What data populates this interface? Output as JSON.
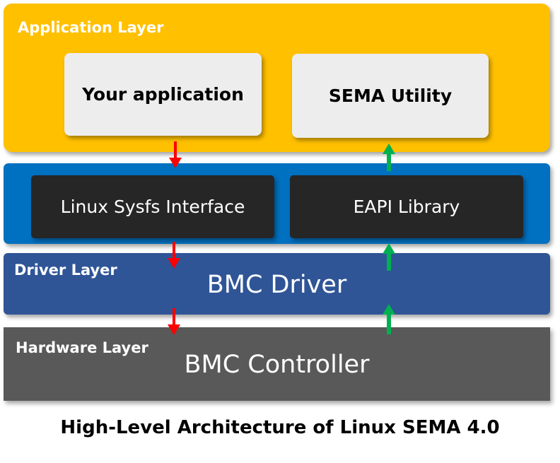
{
  "layers": {
    "application": {
      "label": "Application Layer"
    },
    "driver": {
      "label": "Driver Layer",
      "component": "BMC Driver"
    },
    "hardware": {
      "label": "Hardware Layer",
      "component": "BMC Controller"
    }
  },
  "components": {
    "your_application": "Your application",
    "sema_utility": "SEMA Utility",
    "linux_sysfs": "Linux Sysfs Interface",
    "eapi_library": "EAPI Library"
  },
  "caption": "High-Level Architecture of Linux SEMA 4.0",
  "colors": {
    "application_layer": "#FFC000",
    "library_layer": "#0070C0",
    "driver_layer": "#2F5597",
    "hardware_layer": "#595959",
    "down_arrow": "#FF0000",
    "up_arrow": "#00B050"
  },
  "arrows": [
    {
      "from": "Your application",
      "to": "Linux Sysfs Interface",
      "direction": "down",
      "icon": "red-down-arrow-icon"
    },
    {
      "from": "Linux Sysfs Interface",
      "to": "BMC Driver",
      "direction": "down",
      "icon": "red-down-arrow-icon"
    },
    {
      "from": "BMC Driver",
      "to": "BMC Controller",
      "direction": "down",
      "icon": "red-down-arrow-icon"
    },
    {
      "from": "BMC Controller",
      "to": "BMC Driver",
      "direction": "up",
      "icon": "green-up-arrow-icon"
    },
    {
      "from": "BMC Driver",
      "to": "EAPI Library",
      "direction": "up",
      "icon": "green-up-arrow-icon"
    },
    {
      "from": "EAPI Library",
      "to": "SEMA Utility",
      "direction": "up",
      "icon": "green-up-arrow-icon"
    }
  ]
}
